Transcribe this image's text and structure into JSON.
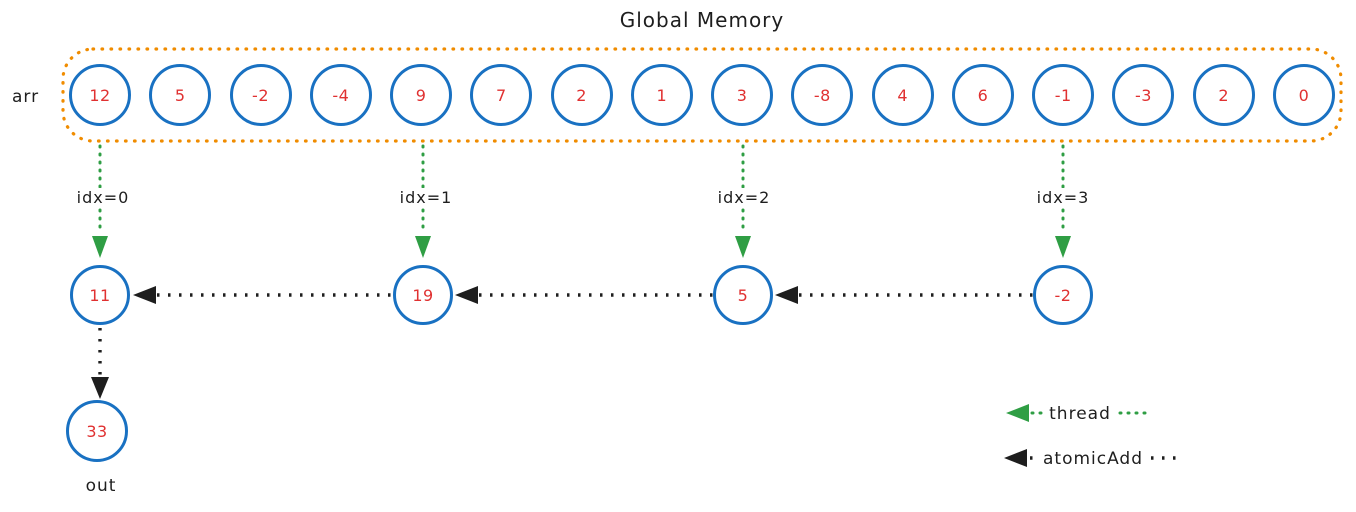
{
  "title": "Global Memory",
  "labels": {
    "arr": "arr",
    "out": "out"
  },
  "array_values": [
    "12",
    "5",
    "-2",
    "-4",
    "9",
    "7",
    "2",
    "1",
    "3",
    "-8",
    "4",
    "6",
    "-1",
    "-3",
    "2",
    "0"
  ],
  "threads": [
    {
      "label": "idx=0",
      "value": "11"
    },
    {
      "label": "idx=1",
      "value": "19"
    },
    {
      "label": "idx=2",
      "value": "5"
    },
    {
      "label": "idx=3",
      "value": "-2"
    }
  ],
  "out_value": "33",
  "legend": {
    "thread_label": "thread",
    "atomic_label": "atomicAdd"
  },
  "colors": {
    "circle": "#1971c2",
    "value": "#e03131",
    "thread": "#2f9e44",
    "atomic": "#1e1e1e",
    "memory": "#f08c00",
    "text": "#1e1e1e"
  }
}
